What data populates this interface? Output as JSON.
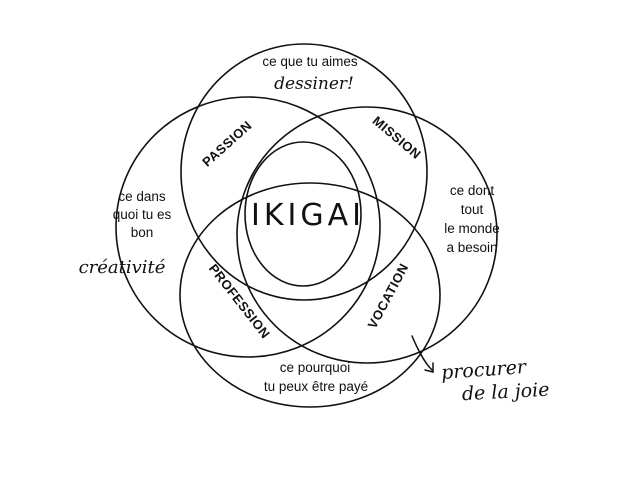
{
  "diagram": {
    "center_title": "IKIGAI",
    "intersections": {
      "passion": "PASSION",
      "mission": "MISSION",
      "profession": "PROFESSION",
      "vocation": "VOCATION"
    },
    "circles": {
      "top": {
        "lines": [
          "ce que tu aimes"
        ],
        "handwritten": "dessiner!"
      },
      "left": {
        "lines": [
          "ce dans",
          "quoi tu es",
          "bon"
        ],
        "handwritten": "créativité"
      },
      "right": {
        "lines": [
          "ce dont",
          "tout",
          "le monde",
          "a besoin"
        ]
      },
      "bottom": {
        "lines": [
          "ce pourquoi",
          "tu peux être payé"
        ]
      }
    },
    "annotation": {
      "lines": [
        "procurer",
        "de la joie"
      ]
    },
    "stroke_color": "#111111",
    "background": "#ffffff"
  }
}
